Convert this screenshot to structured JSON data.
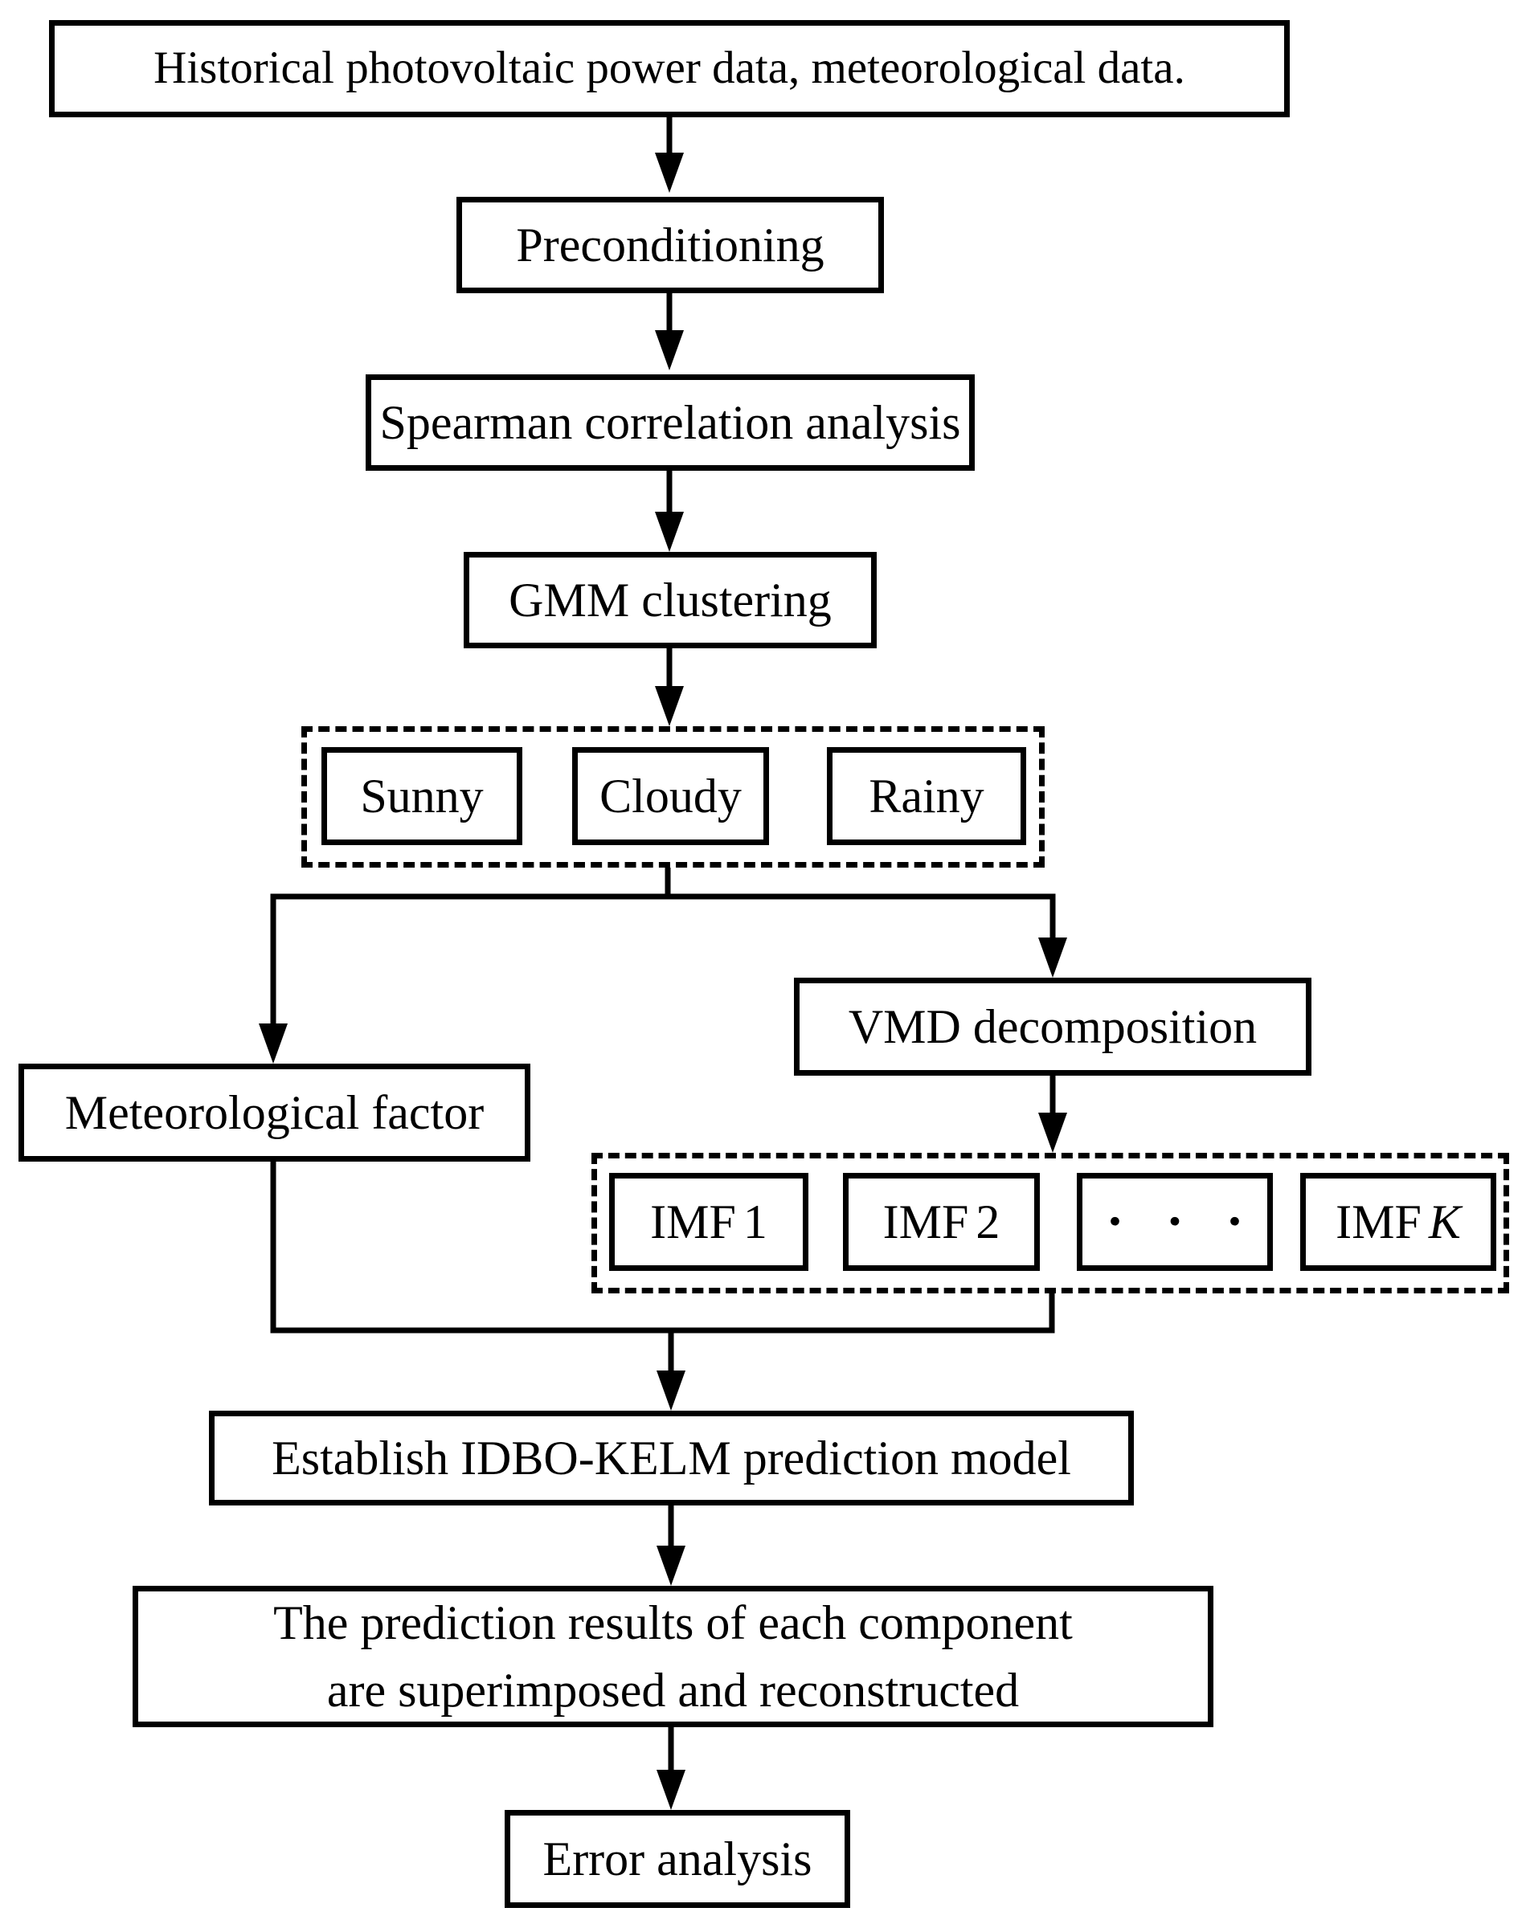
{
  "figure": {
    "title": "Photovoltaic power prediction flowchart",
    "colors": {
      "line": "#000000",
      "background": "#ffffff",
      "text": "#000000"
    },
    "nodes": {
      "historical": "Historical photovoltaic power data, meteorological data.",
      "preconditioning": "Preconditioning",
      "spearman": "Spearman correlation analysis",
      "gmm": "GMM clustering",
      "weather_types": [
        "Sunny",
        "Cloudy",
        "Rainy"
      ],
      "meteorological": "Meteorological factor",
      "vmd": "VMD decomposition",
      "imf_components": [
        {
          "base": "IMF",
          "suffix": "1"
        },
        {
          "base": "IMF",
          "suffix": "2"
        },
        {
          "base": "· · ·",
          "suffix": ""
        },
        {
          "base": "IMF",
          "suffix": "K"
        }
      ],
      "establish": "Establish IDBO-KELM prediction model",
      "results_line1": "The prediction results of each component",
      "results_line2": "are superimposed and reconstructed",
      "error": "Error analysis"
    }
  }
}
